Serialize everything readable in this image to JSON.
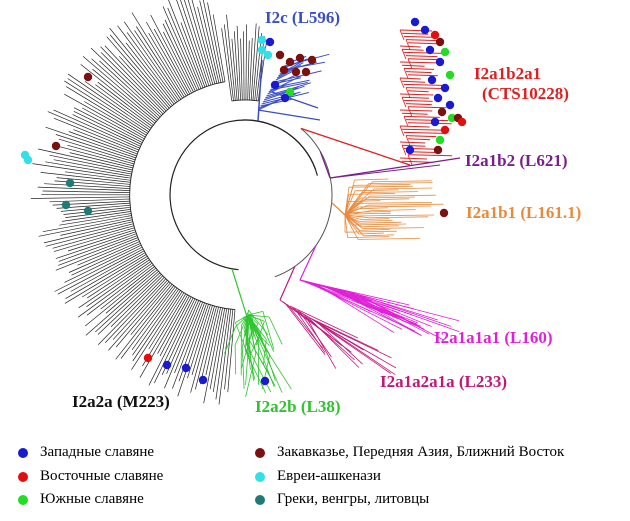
{
  "clades": [
    {
      "id": "i2c",
      "label": "I2c (L596)",
      "color": "#3a4fc4"
    },
    {
      "id": "i2a1b2a1",
      "label": "I2a1b2a1",
      "label2": "(CTS10228)",
      "color": "#e02020"
    },
    {
      "id": "i2a1b2",
      "label": "I2a1b2 (L621)",
      "color": "#7a1e8c"
    },
    {
      "id": "i2a1b1",
      "label": "I2a1b1 (L161.1)",
      "color": "#e88a3c"
    },
    {
      "id": "i2a1a1a1",
      "label": "I2a1a1a1 (L160)",
      "color": "#e020d8"
    },
    {
      "id": "i2a1a2a1a",
      "label": "I2a1a2a1a (L233)",
      "color": "#c0187a"
    },
    {
      "id": "i2a2b",
      "label": "I2a2b (L38)",
      "color": "#2ec42e"
    },
    {
      "id": "i2a2a",
      "label": "I2a2a (M223)",
      "color": "#111111"
    }
  ],
  "legend": [
    {
      "label": "Западные славяне",
      "color": "#1a1ad0",
      "icon": "circle"
    },
    {
      "label": "Восточные славяне",
      "color": "#e01010",
      "icon": "circle"
    },
    {
      "label": "Южные славяне",
      "color": "#22dd22",
      "icon": "circle"
    },
    {
      "label": "Закавказье, Передняя Азия, Ближний Восток",
      "color": "#7a1010",
      "icon": "circle"
    },
    {
      "label": "Евреи-ашкенази",
      "color": "#33e0e8",
      "icon": "circle"
    },
    {
      "label": "Греки, венгры, литовцы",
      "color": "#1f7a78",
      "icon": "circle"
    }
  ]
}
